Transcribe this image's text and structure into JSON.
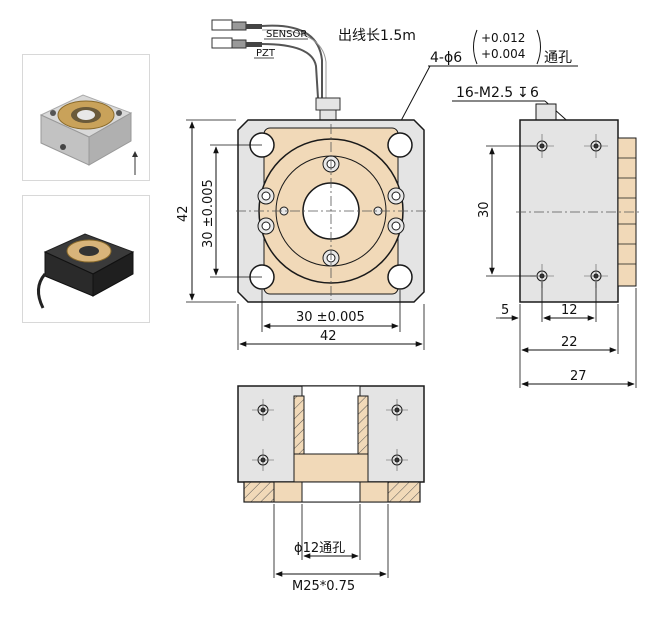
{
  "labels": {
    "sensor": "SENSOR",
    "pzt": "PZT",
    "cable": "出线长1.5m",
    "hole_spec": "4-ϕ6",
    "tol_upper": "+0.012",
    "tol_lower": "+0.004",
    "through_hole": "通孔",
    "thread_spec": "16-M2.5",
    "thread_depth": "6",
    "bore": "ϕ12通孔",
    "thread": "M25*0.75"
  },
  "dimensions": {
    "height_42": "42",
    "inner_30_tol_v": "30 ±0.005",
    "inner_30_tol_h": "30 ±0.005",
    "width_42": "42",
    "side_30": "30",
    "side_5": "5",
    "side_12": "12",
    "side_22": "22",
    "side_27": "27"
  },
  "colors": {
    "metal": "#e4e4e4",
    "gold": "#f1d9b8",
    "line": "#1a1a1a"
  }
}
